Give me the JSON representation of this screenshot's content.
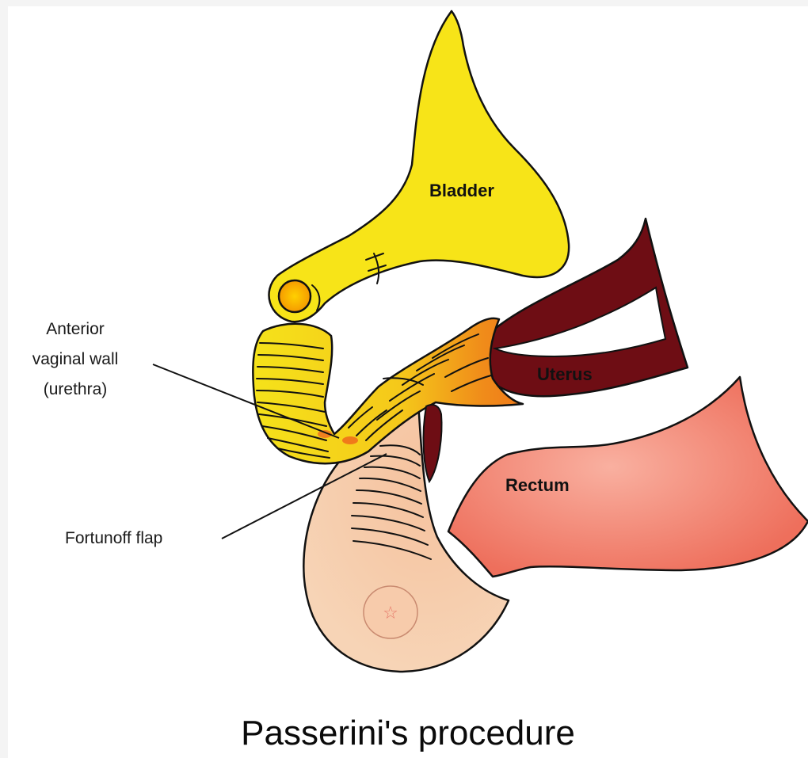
{
  "title": "Passerini's procedure",
  "labels": {
    "bladder": "Bladder",
    "uterus": "Uterus",
    "rectum": "Rectum",
    "anterior_vaginal_wall": [
      "Anterior",
      "vaginal wall",
      "(urethra)"
    ],
    "fortunoff_flap": "Fortunoff flap"
  },
  "colors": {
    "bladder": "#f7e418",
    "uterus": "#6e0d14",
    "rectum": "#f08070",
    "flap": "#f6c8a4",
    "vaginal_wall": "#f2d21a",
    "vaginal_wall_dark": "#f08a18"
  }
}
